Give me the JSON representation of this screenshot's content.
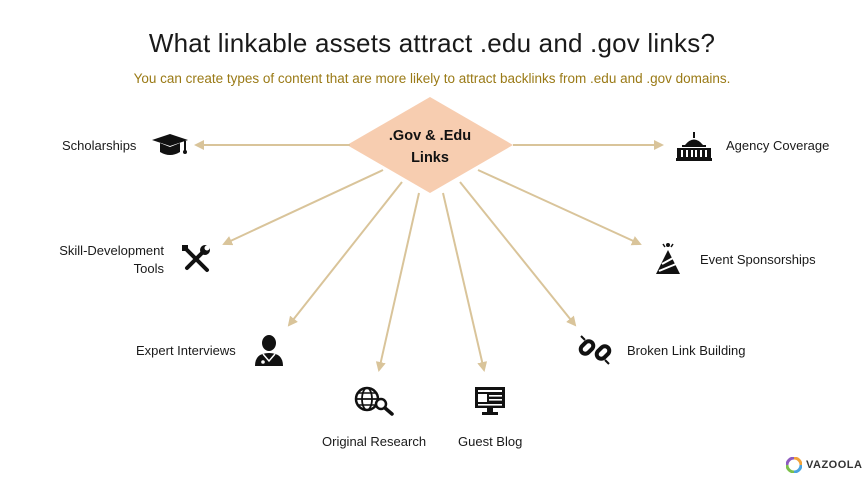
{
  "title": "What linkable assets attract .edu and .gov links?",
  "subtitle": "You can create types of content that are more likely to attract backlinks from .edu and .gov domains.",
  "center": {
    "line1": ".Gov & .Edu",
    "line2": "Links"
  },
  "nodes": [
    {
      "id": "scholarships",
      "label": "Scholarships",
      "icon": "graduation-cap-icon"
    },
    {
      "id": "agency-coverage",
      "label": "Agency Coverage",
      "icon": "capitol-building-icon"
    },
    {
      "id": "skill-development-tools",
      "label": "Skill-Development Tools",
      "label_line1": "Skill-Development",
      "label_line2": "Tools",
      "icon": "tools-icon"
    },
    {
      "id": "event-sponsorships",
      "label": "Event Sponsorships",
      "icon": "party-hat-icon"
    },
    {
      "id": "expert-interviews",
      "label": "Expert Interviews",
      "icon": "doctor-icon"
    },
    {
      "id": "broken-link-building",
      "label": "Broken Link Building",
      "icon": "broken-link-icon"
    },
    {
      "id": "original-research",
      "label": "Original Research",
      "icon": "globe-search-icon"
    },
    {
      "id": "guest-blog",
      "label": "Guest Blog",
      "icon": "monitor-icon"
    }
  ],
  "colors": {
    "accent": "#9a7a16",
    "arrow": "#d9c49a",
    "diamond": "#f7cdb0"
  },
  "logo": {
    "text": "VAZOOLA"
  }
}
